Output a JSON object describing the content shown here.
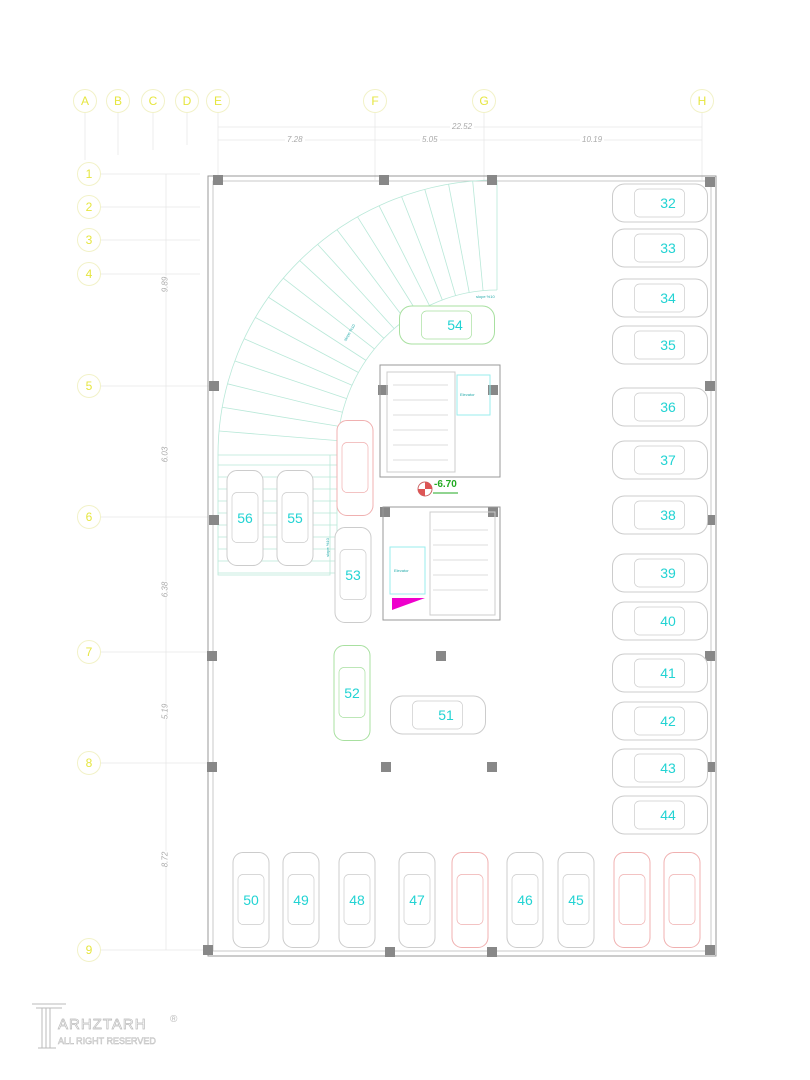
{
  "grid_axes": {
    "columns": [
      "A",
      "B",
      "C",
      "D",
      "E",
      "F",
      "G",
      "H"
    ],
    "rows": [
      "1",
      "2",
      "3",
      "4",
      "5",
      "6",
      "7",
      "8",
      "9"
    ]
  },
  "dimensions": {
    "overall_width": "22.52",
    "horizontal_spans": [
      "7.28",
      "5.05",
      "10.19"
    ],
    "vertical_spans": [
      "9.89",
      "6.03",
      "6.38",
      "5.19",
      "8.72"
    ]
  },
  "parking_spaces": [
    {
      "label": "32",
      "color": "#cccccc"
    },
    {
      "label": "33",
      "color": "#cccccc"
    },
    {
      "label": "34",
      "color": "#cccccc"
    },
    {
      "label": "35",
      "color": "#cccccc"
    },
    {
      "label": "36",
      "color": "#cccccc"
    },
    {
      "label": "37",
      "color": "#cccccc"
    },
    {
      "label": "38",
      "color": "#cccccc"
    },
    {
      "label": "39",
      "color": "#cccccc"
    },
    {
      "label": "40",
      "color": "#cccccc"
    },
    {
      "label": "41",
      "color": "#cccccc"
    },
    {
      "label": "42",
      "color": "#cccccc"
    },
    {
      "label": "43",
      "color": "#cccccc"
    },
    {
      "label": "44",
      "color": "#cccccc"
    },
    {
      "label": "50",
      "color": "#cccccc"
    },
    {
      "label": "49",
      "color": "#cccccc"
    },
    {
      "label": "48",
      "color": "#cccccc"
    },
    {
      "label": "47",
      "color": "#cccccc"
    },
    {
      "label": "",
      "color": "#f0b0b0"
    },
    {
      "label": "46",
      "color": "#cccccc"
    },
    {
      "label": "45",
      "color": "#cccccc"
    },
    {
      "label": "",
      "color": "#f0b0b0"
    },
    {
      "label": "",
      "color": "#f0b0b0"
    },
    {
      "label": "56",
      "color": "#cccccc"
    },
    {
      "label": "55",
      "color": "#cccccc"
    },
    {
      "label": "54",
      "color": "#a8e0a0"
    },
    {
      "label": "",
      "color": "#f0b0b0"
    },
    {
      "label": "53",
      "color": "#cccccc"
    },
    {
      "label": "52",
      "color": "#a8e0a0"
    },
    {
      "label": "51",
      "color": "#cccccc"
    }
  ],
  "labels": {
    "level": "-6.70",
    "elevator_1": "Elevator",
    "elevator_2": "Elevator",
    "ramp_slope_1": "slope %10",
    "ramp_slope_2": "slope %10",
    "ramp_slope_3": "slope %10"
  },
  "colors": {
    "space_number": "#22d3d3",
    "axis": "#e6e640",
    "level": "#22aa22"
  },
  "logo": {
    "name": "ARHZTARH",
    "tagline": "ALL RIGHT RESERVED",
    "mark": "®"
  }
}
